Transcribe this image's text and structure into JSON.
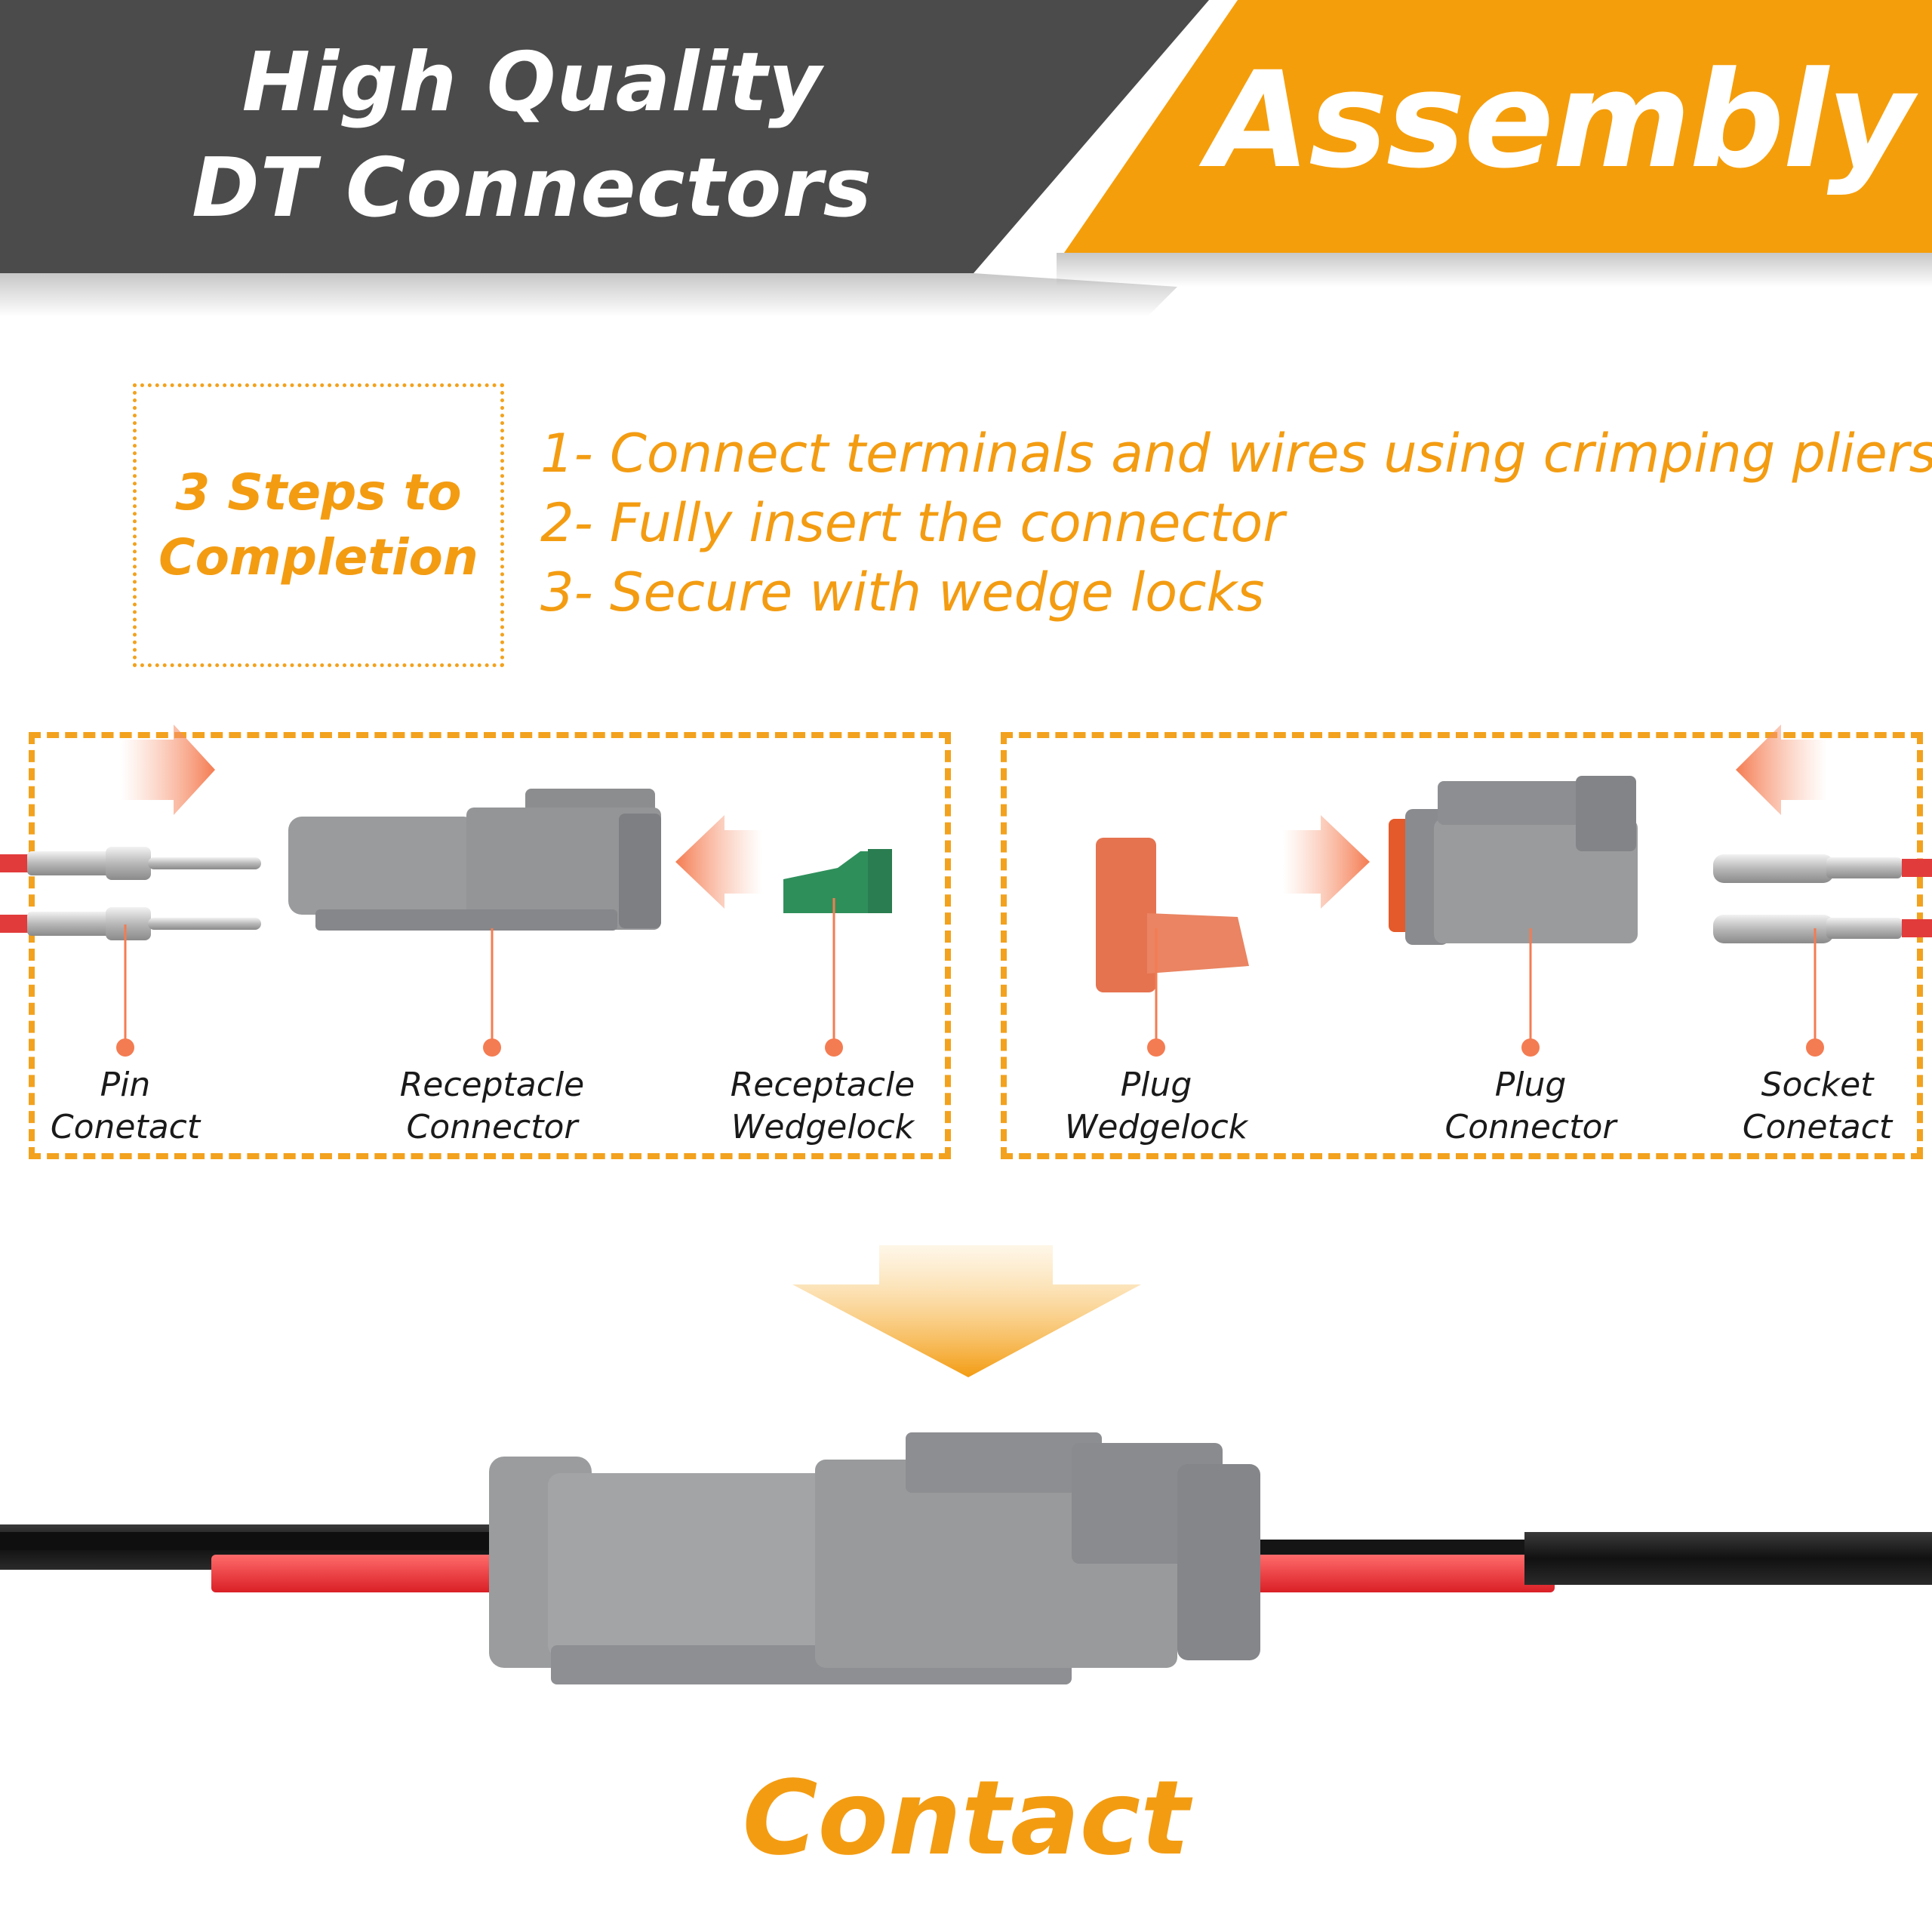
{
  "header": {
    "title_lines": [
      "High Quality",
      "DT Connectors"
    ],
    "badge": "Assembly",
    "colors": {
      "dark_banner": "#4a4a4a",
      "accent": "#f59e0b"
    }
  },
  "steps": {
    "heading_lines": [
      "3 Steps to",
      "Completion"
    ],
    "items": [
      "1- Connect terminals and wires using crimping pliers",
      "2- Fully insert the connector",
      "3- Secure with wedge locks"
    ]
  },
  "parts": {
    "left": [
      {
        "lines": [
          "Pin",
          "Conetact"
        ],
        "icon": "pin-contact-icon"
      },
      {
        "lines": [
          "Receptacle",
          "Connector"
        ],
        "icon": "receptacle-connector-icon"
      },
      {
        "lines": [
          "Receptacle",
          "Wedgelock"
        ],
        "icon": "receptacle-wedgelock-icon"
      }
    ],
    "right": [
      {
        "lines": [
          "Plug",
          "Wedgelock"
        ],
        "icon": "plug-wedgelock-icon"
      },
      {
        "lines": [
          "Plug",
          "Connector"
        ],
        "icon": "plug-connector-icon"
      },
      {
        "lines": [
          "Socket",
          "Conetact"
        ],
        "icon": "socket-contact-icon"
      }
    ]
  },
  "result": {
    "label": "Contact",
    "icon": "assembled-connector-icon"
  }
}
